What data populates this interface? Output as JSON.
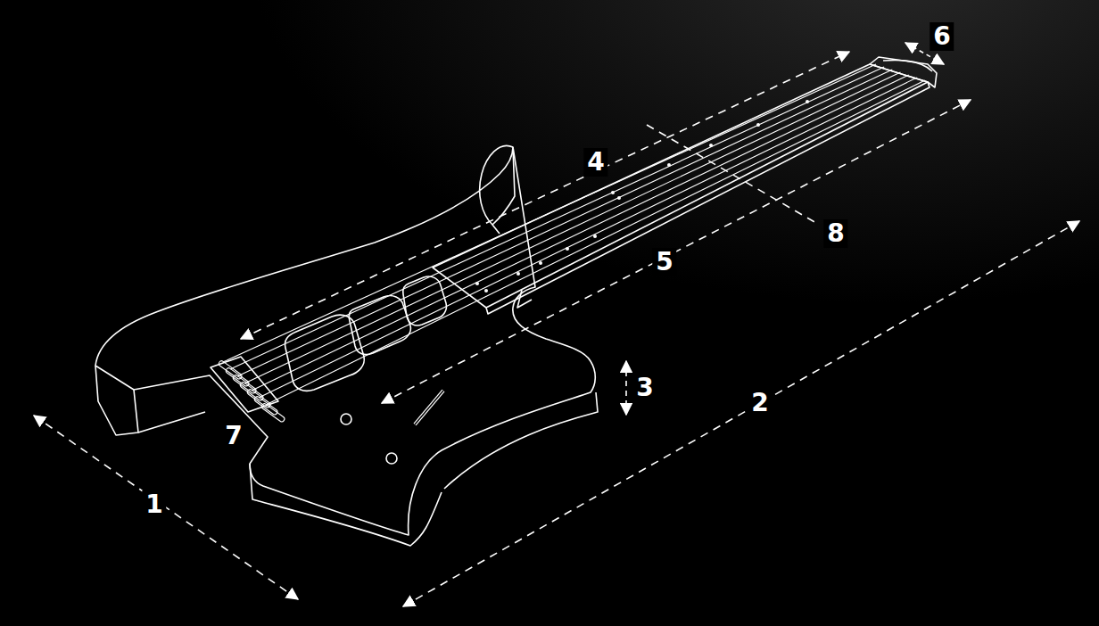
{
  "diagram": {
    "labels": [
      "6",
      "4",
      "8",
      "5",
      "3",
      "2",
      "7",
      "1"
    ]
  }
}
